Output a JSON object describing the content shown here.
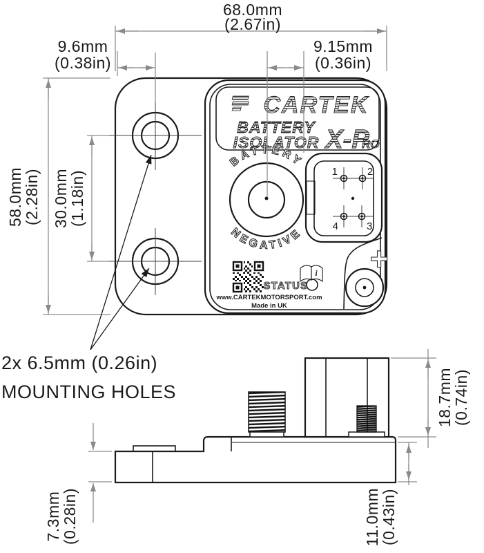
{
  "colors": {
    "line": "#1a1a1a",
    "dim_line": "#8a8a8a",
    "background": "#ffffff"
  },
  "dimensions": {
    "overall_width": {
      "metric": "68.0mm",
      "imperial": "(2.67in)"
    },
    "hole_offset": {
      "metric": "9.6mm",
      "imperial": "(0.38in)"
    },
    "terminal_to_connector": {
      "metric": "9.15mm",
      "imperial": "(0.36in)"
    },
    "overall_height": {
      "metric": "58.0mm",
      "imperial": "(2.28in)"
    },
    "hole_spacing": {
      "metric": "30.0mm",
      "imperial": "(1.18in)"
    },
    "upper_body_height": {
      "metric": "18.7mm",
      "imperial": "(0.74in)"
    },
    "base_thickness": {
      "metric": "7.3mm",
      "imperial": "(0.28in)"
    },
    "lower_body_height": {
      "metric": "11.0mm",
      "imperial": "(0.43in)"
    }
  },
  "notes": {
    "mounting_line1": "2x 6.5mm (0.26in)",
    "mounting_line2": "MOUNTING HOLES"
  },
  "device": {
    "brand": "CARTEK",
    "product_word1": "BATTERY",
    "product_word2": "ISOLATOR",
    "model_main": "X-P",
    "model_suffix": "RO",
    "terminal_arc_top": "BATTERY",
    "terminal_arc_bottom": "NEGATIVE",
    "status_label": "STATUS",
    "website": "www.CARTEKMOTORSPORT.com",
    "origin": "Made in UK",
    "positive_symbol": "+",
    "info_symbol": "i",
    "pin_labels": {
      "p1": "1",
      "p2": "2",
      "p3": "3",
      "p4": "4"
    }
  }
}
